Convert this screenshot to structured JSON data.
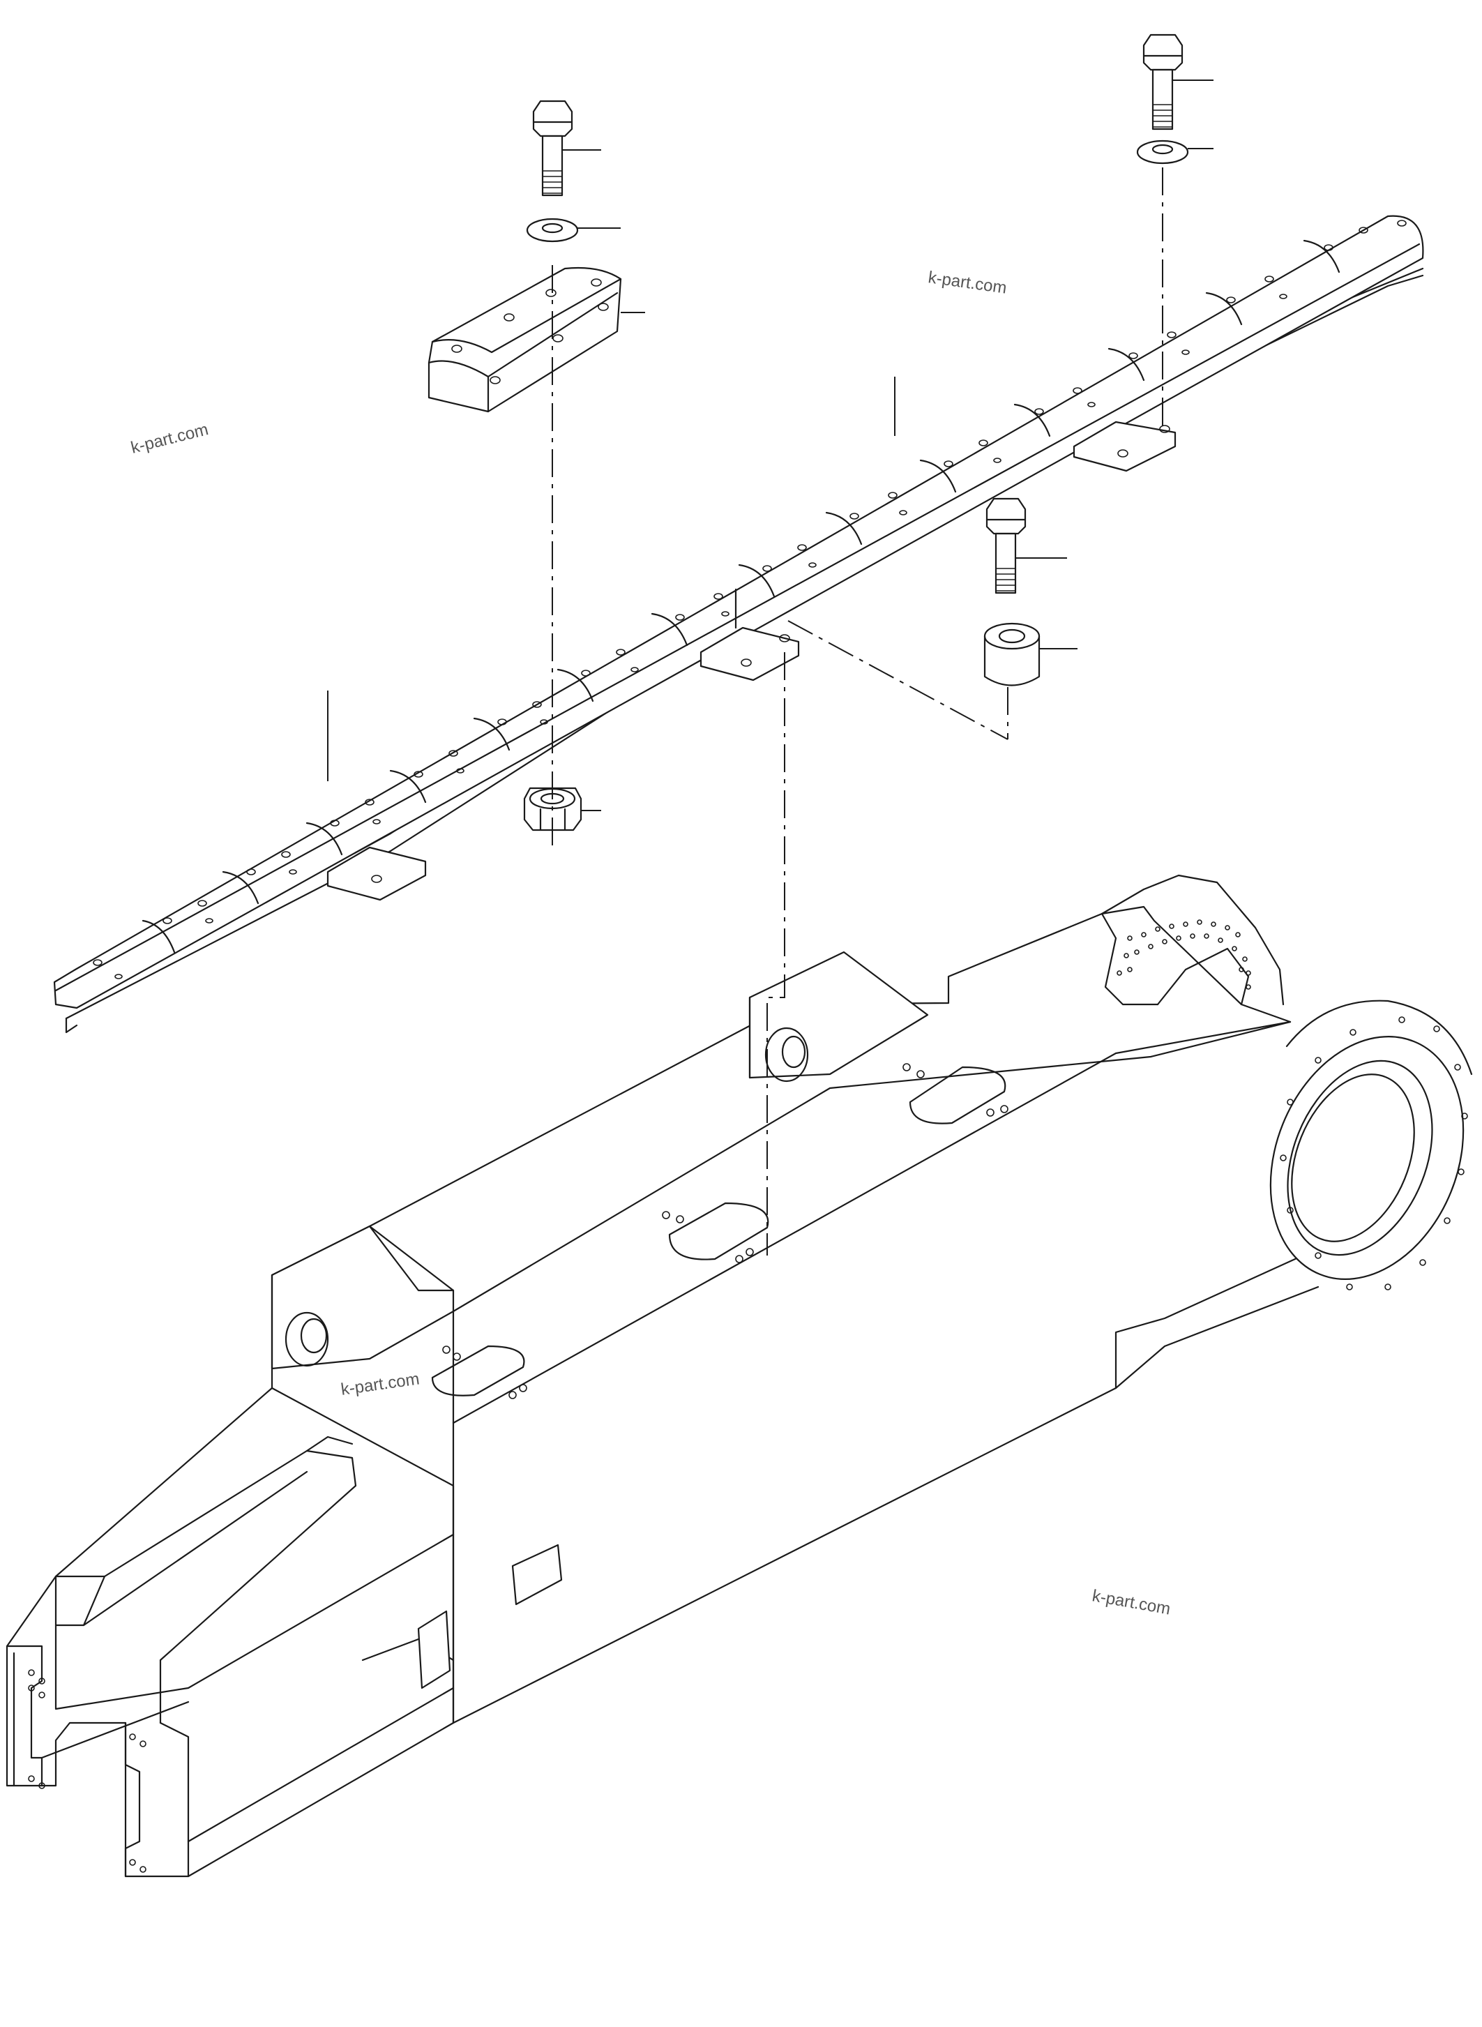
{
  "watermarks": [
    "k-part.com",
    "k-part.com",
    "k-part.com",
    "k-part.com"
  ],
  "colors": {
    "line": "#1a1a1a",
    "watermark": "#555555",
    "background": "#ffffff"
  },
  "parts": {
    "bolt": "hex-bolt-icon",
    "washer": "washer-icon",
    "guard_block": "guard-block-icon",
    "guide_rail": "guide-rail-icon",
    "nut": "hex-nut-icon",
    "spacer": "spacer-collar-icon",
    "track_frame": "track-frame-icon"
  }
}
